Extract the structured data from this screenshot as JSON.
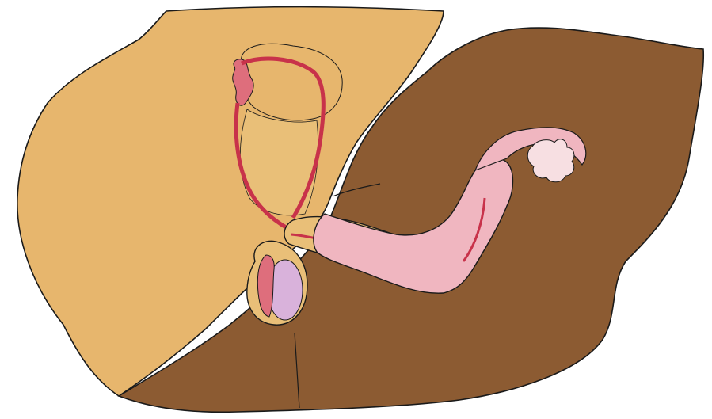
{
  "illustration": {
    "colors": {
      "background": "#ffffff",
      "outline": "#1a1a1a",
      "tan_body": "#e7b66d",
      "tan_inner": "#e9bf78",
      "brown_body": "#8c5b32",
      "pink_tract": "#f0b6c0",
      "pink_light": "#f6ccd2",
      "red_duct": "#c8324a",
      "rose_gland": "#de6e7c",
      "lavender_testis": "#d9b2db",
      "ovary_pale": "#f7dfe2"
    },
    "parts": [
      "tan-body",
      "brown-body",
      "bladder",
      "seminal-vesicle",
      "vas-deferens",
      "testis",
      "epididymis",
      "penis",
      "urethra",
      "vagina",
      "uterus",
      "fallopian-tube",
      "ovary"
    ]
  }
}
